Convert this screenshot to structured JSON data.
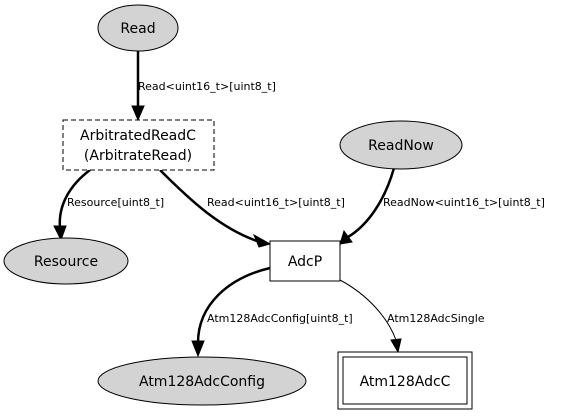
{
  "nodes": {
    "read": {
      "label": "Read",
      "shape": "ellipse",
      "fill": "#d3d3d3"
    },
    "arbitrated": {
      "label_line1": "ArbitratedReadC",
      "label_line2": "(ArbitrateRead)",
      "shape": "dashed-box"
    },
    "readnow": {
      "label": "ReadNow",
      "shape": "ellipse",
      "fill": "#d3d3d3"
    },
    "resource": {
      "label": "Resource",
      "shape": "ellipse",
      "fill": "#d3d3d3"
    },
    "adcp": {
      "label": "AdcP",
      "shape": "box"
    },
    "config": {
      "label": "Atm128AdcConfig",
      "shape": "ellipse",
      "fill": "#d3d3d3"
    },
    "adcc": {
      "label": "Atm128AdcC",
      "shape": "double-box"
    }
  },
  "edges": {
    "read_to_arbitrated": {
      "label": "Read<uint16_t>[uint8_t]"
    },
    "arbitrated_to_resource": {
      "label": "Resource[uint8_t]"
    },
    "arbitrated_to_adcp": {
      "label": "Read<uint16_t>[uint8_t]"
    },
    "readnow_to_adcp": {
      "label": "ReadNow<uint16_t>[uint8_t]"
    },
    "adcp_to_config": {
      "label": "Atm128AdcConfig[uint8_t]"
    },
    "adcp_to_adcc": {
      "label": "Atm128AdcSingle"
    }
  }
}
